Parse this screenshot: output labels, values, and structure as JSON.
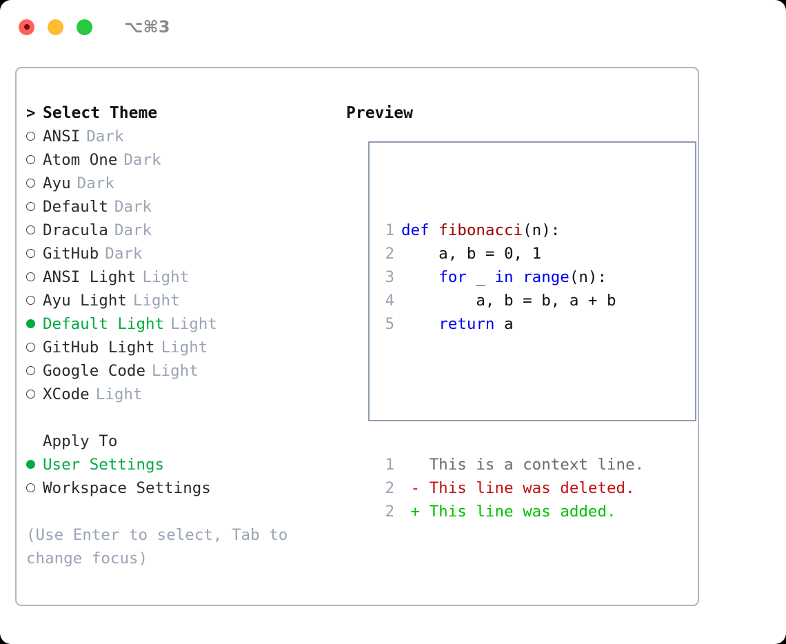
{
  "titlebar": {
    "shortcut": "⌥⌘3",
    "lights": [
      "close-light",
      "minimize-light",
      "maximize-light"
    ]
  },
  "theme_picker": {
    "heading": "Select Theme",
    "heading_marker": ">",
    "items": [
      {
        "name": "ANSI",
        "tag": "Dark",
        "selected": false,
        "marker": "○"
      },
      {
        "name": "Atom One",
        "tag": "Dark",
        "selected": false,
        "marker": "○"
      },
      {
        "name": "Ayu",
        "tag": "Dark",
        "selected": false,
        "marker": "○"
      },
      {
        "name": "Default",
        "tag": "Dark",
        "selected": false,
        "marker": "○"
      },
      {
        "name": "Dracula",
        "tag": "Dark",
        "selected": false,
        "marker": "○"
      },
      {
        "name": "GitHub",
        "tag": "Dark",
        "selected": false,
        "marker": "○"
      },
      {
        "name": "ANSI Light",
        "tag": "Light",
        "selected": false,
        "marker": "○"
      },
      {
        "name": "Ayu Light",
        "tag": "Light",
        "selected": false,
        "marker": "○"
      },
      {
        "name": "Default Light",
        "tag": "Light",
        "selected": true,
        "marker": "●"
      },
      {
        "name": "GitHub Light",
        "tag": "Light",
        "selected": false,
        "marker": "○"
      },
      {
        "name": "Google Code",
        "tag": "Light",
        "selected": false,
        "marker": "○"
      },
      {
        "name": "XCode",
        "tag": "Light",
        "selected": false,
        "marker": "○"
      }
    ]
  },
  "apply_to": {
    "heading": "Apply To",
    "items": [
      {
        "name": "User Settings",
        "selected": true,
        "marker": "●"
      },
      {
        "name": "Workspace Settings",
        "selected": false,
        "marker": "○"
      }
    ]
  },
  "hint": "(Use Enter to select, Tab to change focus)",
  "preview": {
    "title": "Preview",
    "code_lines": [
      {
        "num": "1",
        "tokens": [
          {
            "t": "def ",
            "c": "kw"
          },
          {
            "t": "fibonacci",
            "c": "fn"
          },
          {
            "t": "(n):",
            "c": "pl"
          }
        ]
      },
      {
        "num": "2",
        "tokens": [
          {
            "t": "    a, b = 0, 1",
            "c": "pl"
          }
        ]
      },
      {
        "num": "3",
        "tokens": [
          {
            "t": "    ",
            "c": "pl"
          },
          {
            "t": "for",
            "c": "kw"
          },
          {
            "t": " _ ",
            "c": "pl"
          },
          {
            "t": "in",
            "c": "kw"
          },
          {
            "t": " ",
            "c": "pl"
          },
          {
            "t": "range",
            "c": "kw"
          },
          {
            "t": "(n):",
            "c": "pl"
          }
        ]
      },
      {
        "num": "4",
        "tokens": [
          {
            "t": "        a, b = b, a + b",
            "c": "pl"
          }
        ]
      },
      {
        "num": "5",
        "tokens": [
          {
            "t": "    ",
            "c": "pl"
          },
          {
            "t": "return",
            "c": "kw"
          },
          {
            "t": " a",
            "c": "pl"
          }
        ]
      }
    ],
    "diff_lines": [
      {
        "num": "1",
        "sign": " ",
        "text": "This is a context line.",
        "kind": "ctx"
      },
      {
        "num": "2",
        "sign": "-",
        "text": "This line was deleted.",
        "kind": "del"
      },
      {
        "num": "2",
        "sign": "+",
        "text": "This line was added.",
        "kind": "add"
      }
    ]
  },
  "colors": {
    "selected_green": "#00ab41",
    "tag_gray": "#9aa4b4",
    "keyword_blue": "#0000ee",
    "function_red": "#a00000",
    "diff_deleted": "#c01111",
    "diff_added": "#00c000",
    "panel_border": "#aeb6c2",
    "codebox_border": "#8e9bac",
    "light_red": "#ff5f57",
    "light_yellow": "#febc2e",
    "light_green": "#28c840"
  }
}
